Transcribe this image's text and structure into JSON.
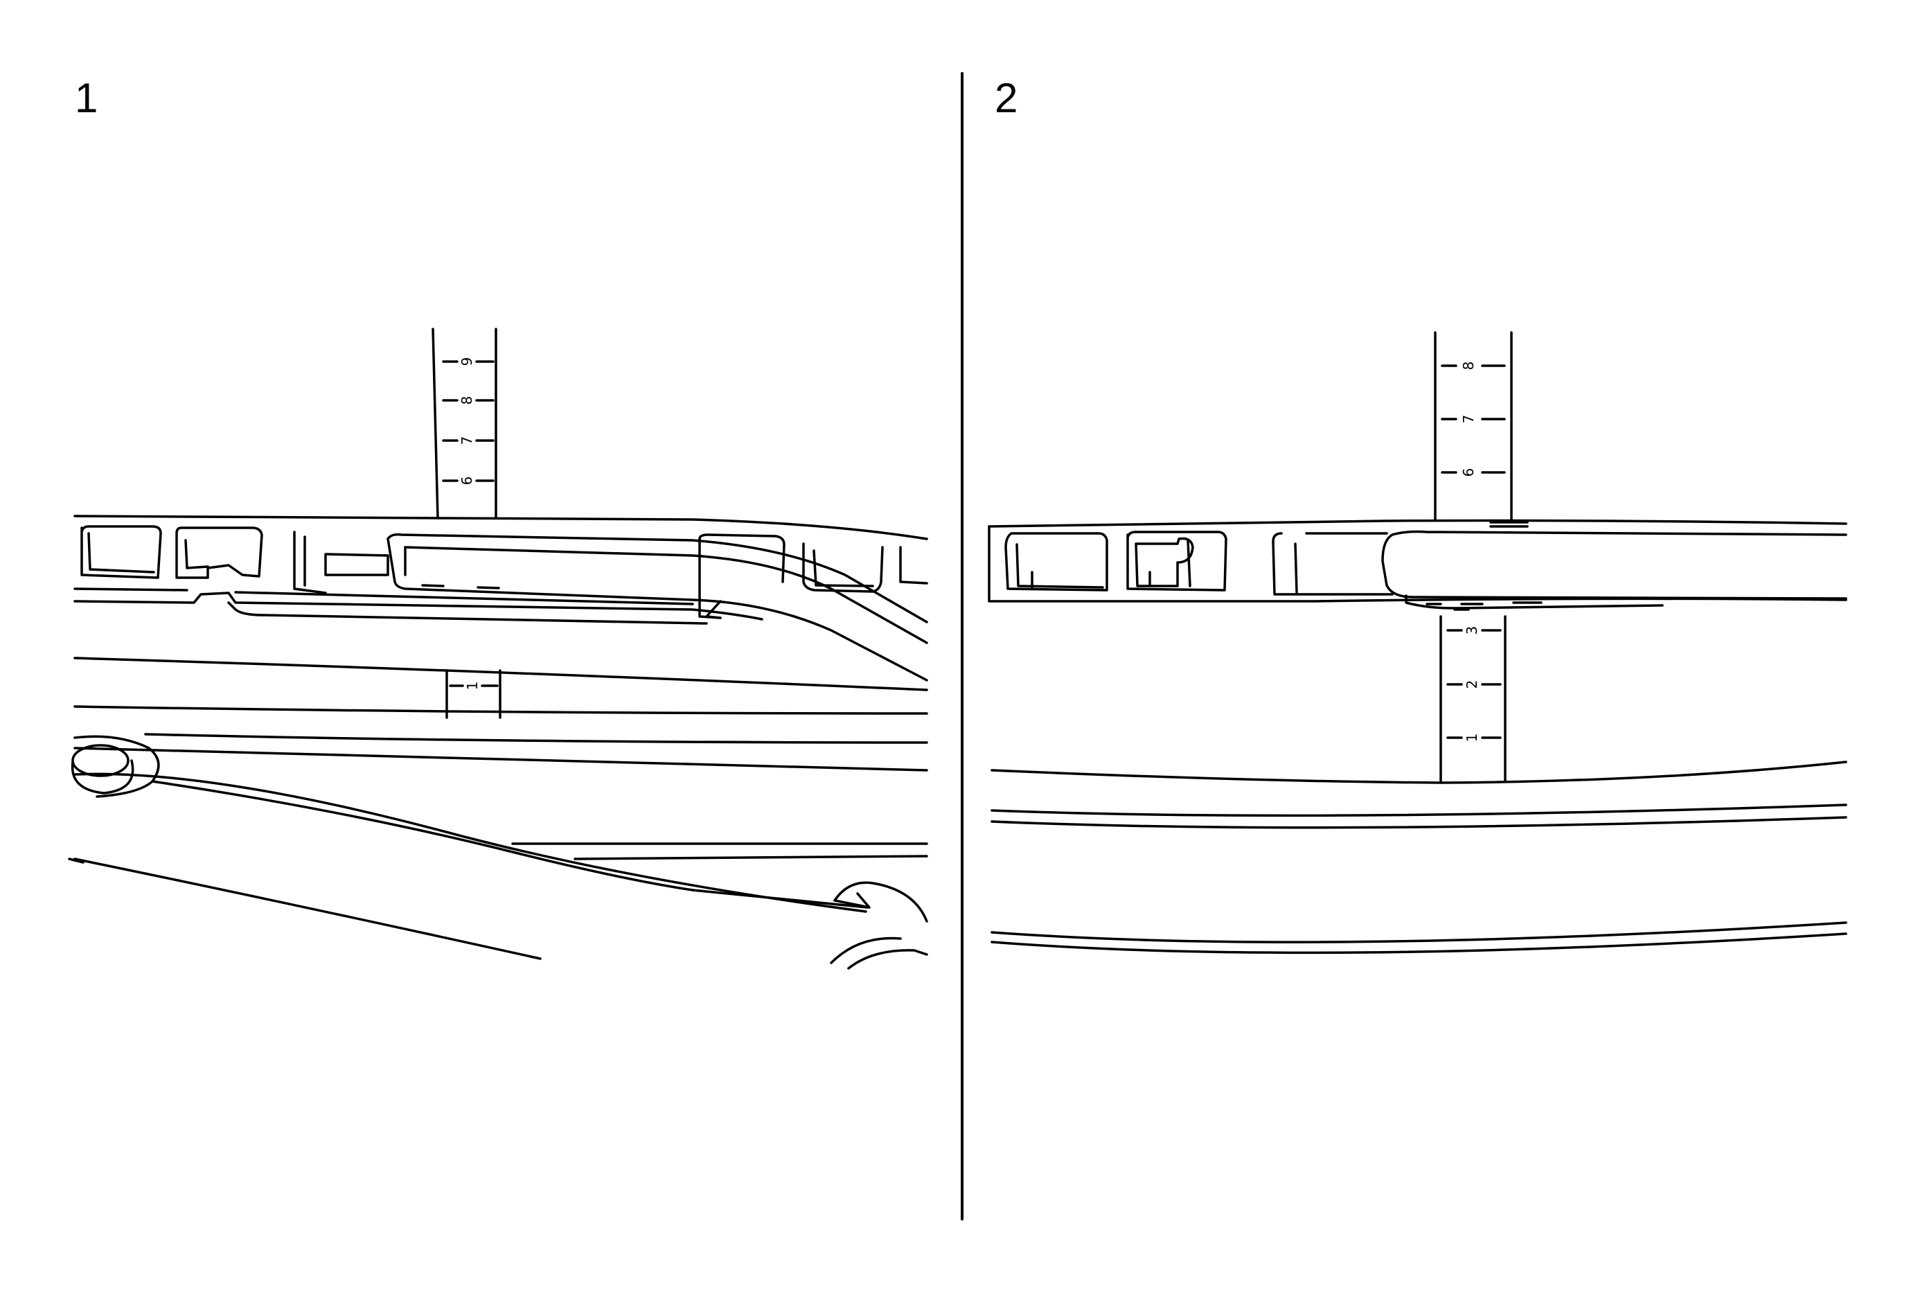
{
  "panels": [
    {
      "label": "1"
    },
    {
      "label": "2"
    }
  ],
  "ruler_1": {
    "upper_ticks": [
      "9",
      "8",
      "7",
      "6"
    ],
    "lower_ticks": [
      "1"
    ]
  },
  "ruler_2": {
    "upper_ticks": [
      "8",
      "7",
      "6"
    ],
    "lower_ticks": [
      "3",
      "2",
      "1"
    ]
  },
  "colors": {
    "line": "#000000",
    "background": "#ffffff"
  }
}
